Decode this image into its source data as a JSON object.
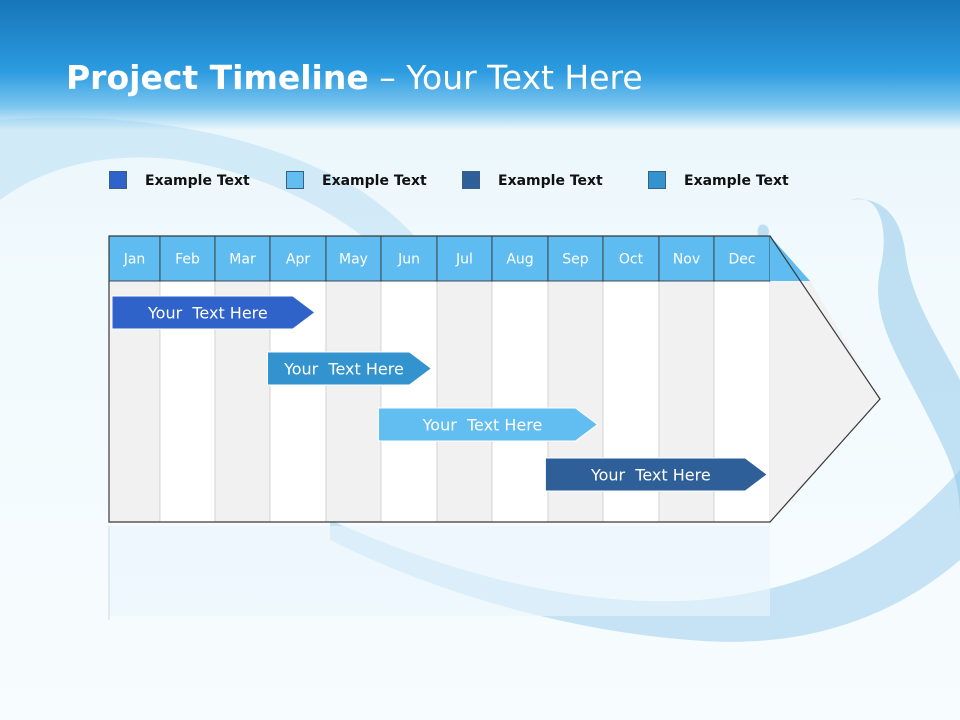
{
  "slide": {
    "title_bold": "Project Timeline",
    "title_rest": " – Your Text Here"
  },
  "legend": [
    {
      "label": "Example Text",
      "color": "#2f63c9"
    },
    {
      "label": "Example Text",
      "color": "#62bdf0"
    },
    {
      "label": "Example Text",
      "color": "#2e5f98"
    },
    {
      "label": "Example Text",
      "color": "#3293cf"
    }
  ],
  "timeline": {
    "months": [
      "Jan",
      "Feb",
      "Mar",
      "Apr",
      "May",
      "Jun",
      "Jul",
      "Aug",
      "Sep",
      "Oct",
      "Nov",
      "Dec"
    ],
    "header_color": "#5fbcf0",
    "tasks": [
      {
        "label": "Your  Text Here",
        "start_month": 1,
        "end_month": 4.8,
        "color": "#2f63c9"
      },
      {
        "label": "Your  Text Here",
        "start_month": 3.9,
        "end_month": 6.9,
        "color": "#3293cf"
      },
      {
        "label": "Your  Text Here",
        "start_month": 5.9,
        "end_month": 9.9,
        "color": "#62bdf0"
      },
      {
        "label": "Your  Text Here",
        "start_month": 8.9,
        "end_month": 12.95,
        "color": "#2e5f98"
      }
    ]
  }
}
